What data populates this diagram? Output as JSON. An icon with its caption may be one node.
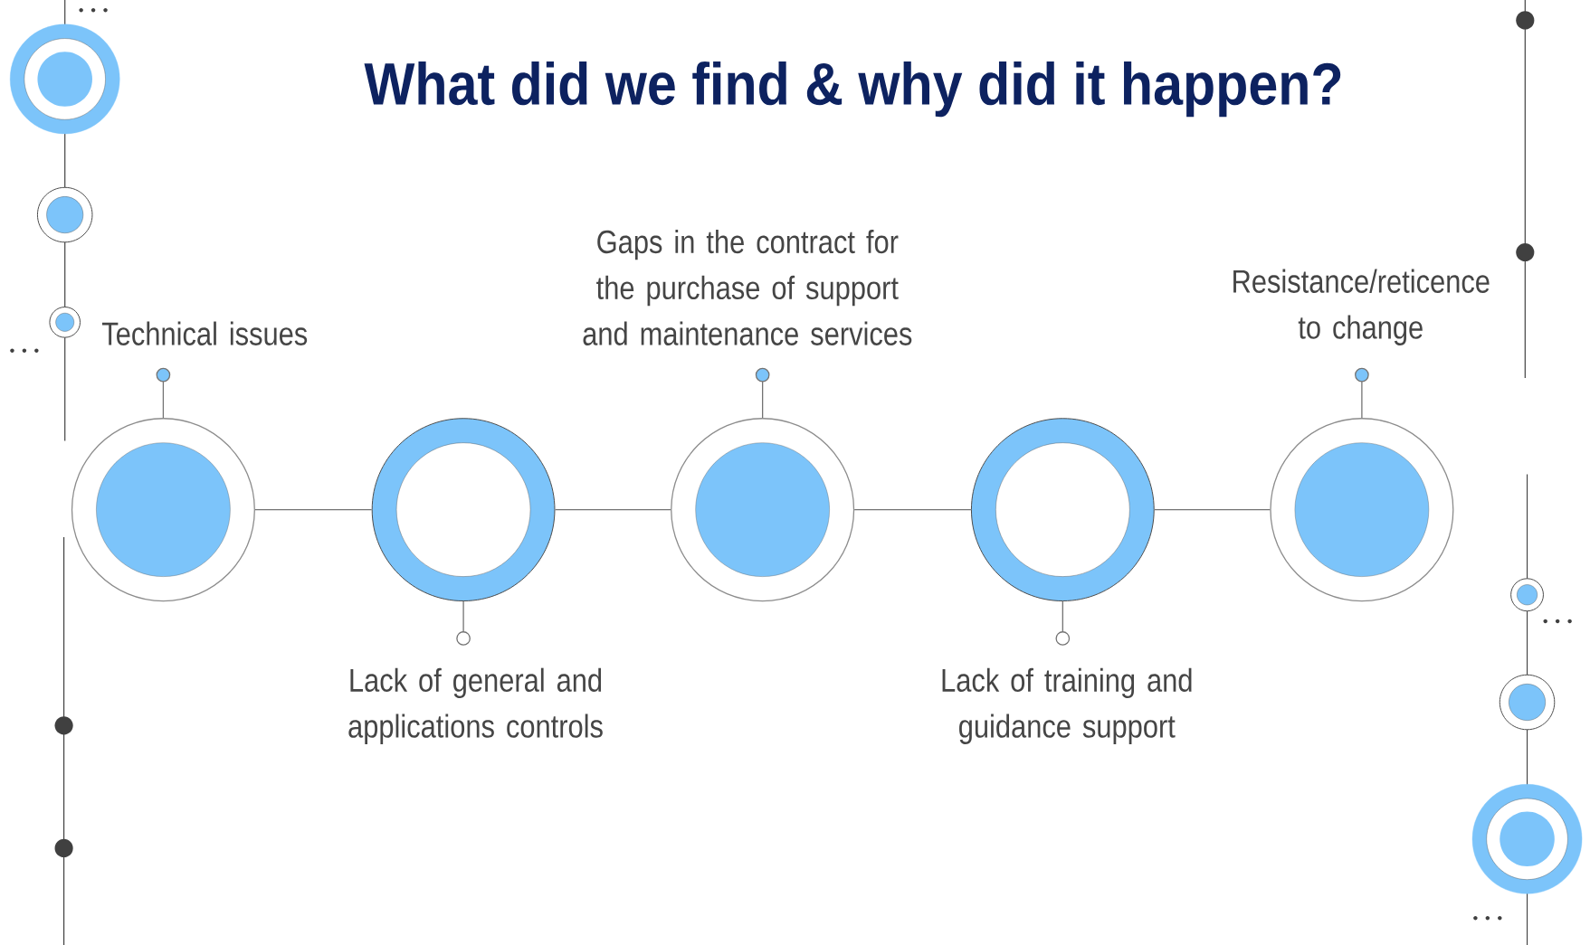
{
  "diagram": {
    "title": "What did we find & why did it happen?",
    "nodes": [
      {
        "text": [
          "Technical issues"
        ]
      },
      {
        "text": [
          "Gaps in the contract for the purchase of support and maintenance services"
        ]
      },
      {
        "text": [
          "Resistance/reticence to change"
        ]
      },
      {
        "text": [],
        "shape": "circle"
      },
      {
        "text": [],
        "shape": "circle"
      },
      {
        "text": [],
        "shape": "circle"
      },
      {
        "text": [],
        "shape": "circle"
      },
      {
        "text": [],
        "shape": "circle"
      },
      {
        "text": [
          "Lack of general and applications controls"
        ]
      },
      {
        "text": [
          "Lack of training and guidance support"
        ]
      }
    ],
    "edges": [
      {
        "from": 3,
        "to": 4,
        "arrow": "none"
      },
      {
        "from": 4,
        "to": 5,
        "arrow": "none"
      },
      {
        "from": 5,
        "to": 6,
        "arrow": "none"
      },
      {
        "from": 6,
        "to": 7,
        "arrow": "none"
      },
      {
        "from": 0,
        "to": 3,
        "arrow": "other"
      },
      {
        "from": 1,
        "to": 5,
        "arrow": "other"
      },
      {
        "from": 2,
        "to": 7,
        "arrow": "other"
      },
      {
        "from": 8,
        "to": 4,
        "arrow": "other"
      },
      {
        "from": 9,
        "to": 6,
        "arrow": "other"
      }
    ]
  }
}
